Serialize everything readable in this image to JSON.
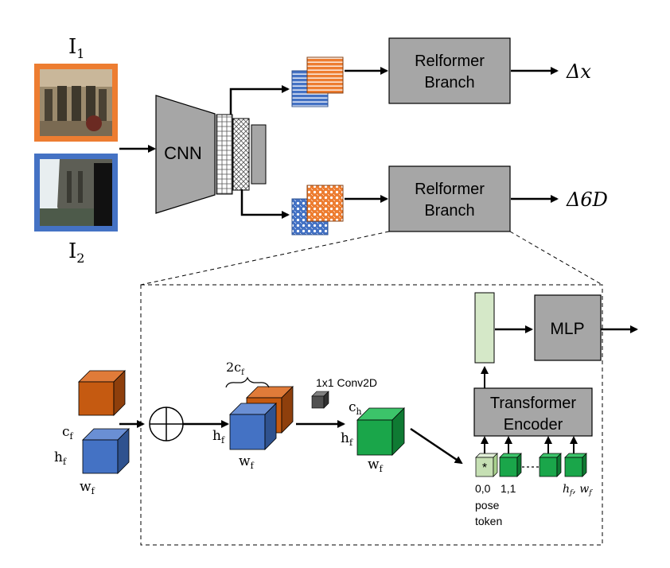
{
  "inputs": {
    "image1_label": "I",
    "image1_sub": "1",
    "image2_label": "I",
    "image2_sub": "2"
  },
  "backbone": {
    "label": "CNN"
  },
  "branches": [
    {
      "line1": "Relformer",
      "line2": "Branch",
      "output": "Δx"
    },
    {
      "line1": "Relformer",
      "line2": "Branch",
      "output": "Δ6D"
    }
  ],
  "detail": {
    "cf_main": "c",
    "cf_sub": "f",
    "hf_main": "h",
    "hf_sub": "f",
    "wf_main": "w",
    "wf_sub": "f",
    "concat_main": "2c",
    "concat_sub": "f",
    "hf2_main": "h",
    "hf2_sub": "f",
    "wf2_main": "w",
    "wf2_sub": "f",
    "conv_label": "1x1 Conv2D",
    "ch_main": "c",
    "ch_sub": "h",
    "hf3_main": "h",
    "hf3_sub": "f",
    "wf3_main": "w",
    "wf3_sub": "f",
    "encoder_line1": "Transformer",
    "encoder_line2": "Encoder",
    "mlp_label": "MLP",
    "pose_token_star": "*",
    "token0_idx": "0,0",
    "token1_idx": "1,1",
    "tokenN_idx": "h",
    "tokenN_idx_sub": "f",
    "tokenN_idx2": ", w",
    "tokenN_idx2_sub": "f",
    "pose_line1": "pose",
    "pose_line2": "token"
  },
  "colors": {
    "orange": "#ed7d31",
    "blue": "#4472c4",
    "gray_box": "#a6a6a6",
    "green": "#1aa64a",
    "light_green": "#d5e8c8",
    "brown": "#c55a11",
    "dark_cube": "#505050"
  }
}
